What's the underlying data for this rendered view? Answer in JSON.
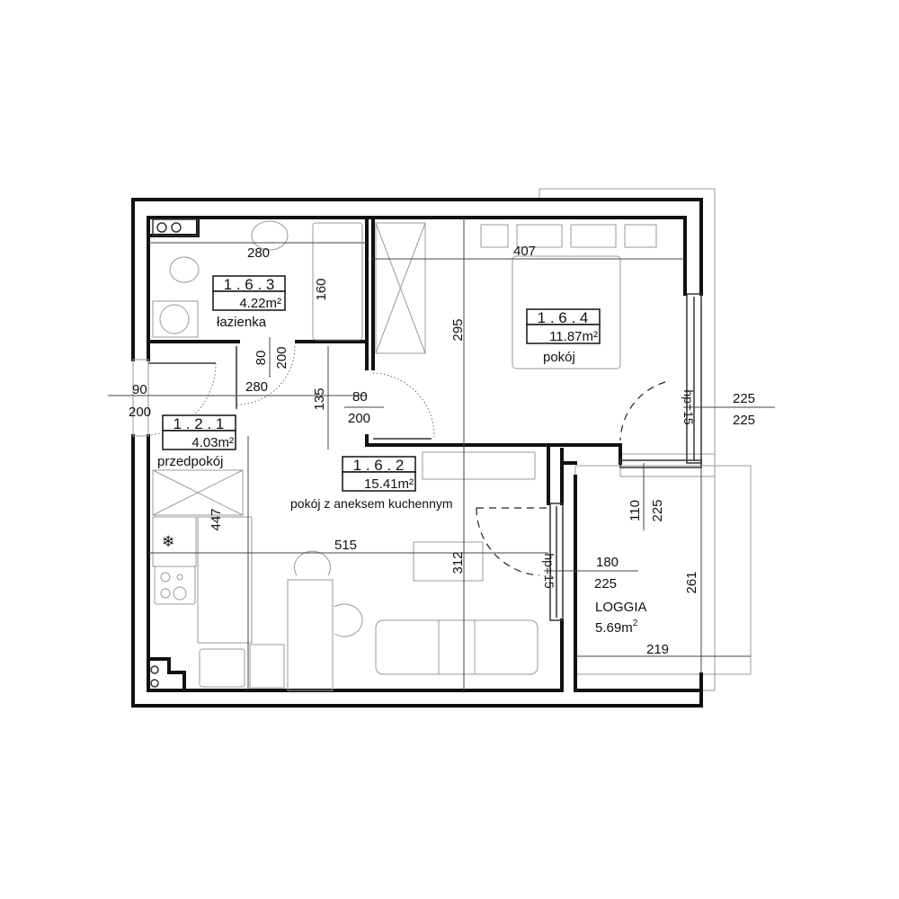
{
  "rooms": {
    "bathroom": {
      "id": "1 . 6 . 3",
      "area": "4.22m²",
      "name": "łazienka"
    },
    "hall": {
      "id": "1 . 2 . 1",
      "area": "4.03m²",
      "name": "przedpokój"
    },
    "living": {
      "id": "1 . 6 . 2",
      "area": "15.41m²",
      "name": "pokój z aneksem kuchennym"
    },
    "bedroom": {
      "id": "1 . 6 . 4",
      "area": "11.87m²",
      "name": "pokój"
    },
    "loggia": {
      "name": "LOGGIA",
      "area": "5.69m",
      "area_sup": "2"
    }
  },
  "dimensions": {
    "bath_width": "280",
    "bath_tub": "160",
    "bath_door_w": "80",
    "bath_door_h": "200",
    "hall_width": "280",
    "hall_135": "135",
    "entry_door_w": "90",
    "entry_door_h": "200",
    "bed_door_w": "80",
    "bed_door_h": "200",
    "bed_width": "407",
    "bed_height": "295",
    "bed_window_w": "225",
    "bed_window_h": "225",
    "bed_window_hp": "hp=15",
    "living_width": "515",
    "living_height": "312",
    "living_447": "447",
    "living_window_w": "180",
    "living_window_h": "225",
    "living_window_hp": "hp=15",
    "loggia_door_w": "110",
    "loggia_door_h": "225",
    "loggia_height": "261",
    "loggia_width": "219"
  }
}
